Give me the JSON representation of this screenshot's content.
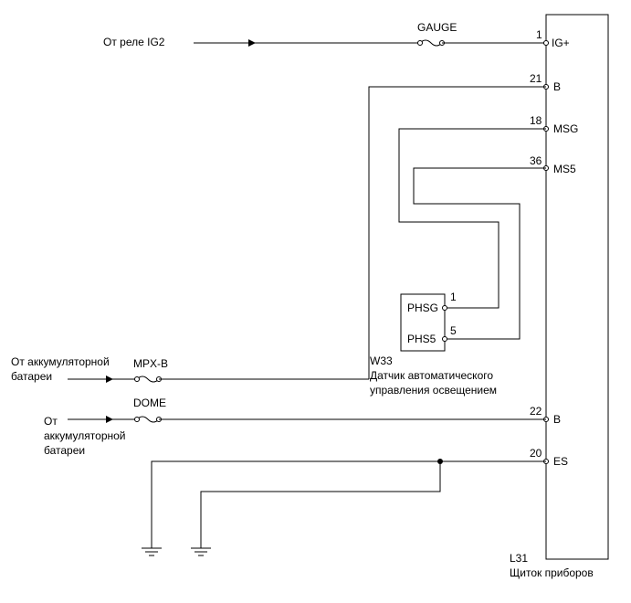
{
  "sources": {
    "ig2": "От реле IG2",
    "battery_1": [
      "От аккумуляторной",
      "батареи"
    ],
    "battery_2": [
      "От",
      "аккумуляторной",
      "батареи"
    ]
  },
  "fuses": {
    "gauge": "GAUGE",
    "mpx_b": "MPX-B",
    "dome": "DOME"
  },
  "combination_meter": {
    "code": "L31",
    "name": "Щиток приборов",
    "pins": [
      {
        "num": "1",
        "name": "IG+"
      },
      {
        "num": "21",
        "name": "B"
      },
      {
        "num": "18",
        "name": "MSG"
      },
      {
        "num": "36",
        "name": "MS5"
      },
      {
        "num": "22",
        "name": "B"
      },
      {
        "num": "20",
        "name": "ES"
      }
    ]
  },
  "light_sensor": {
    "code": "W33",
    "name": [
      "Датчик автоматического",
      "управления освещением"
    ],
    "pins": [
      {
        "num": "1",
        "name": "PHSG"
      },
      {
        "num": "5",
        "name": "PHS5"
      }
    ]
  }
}
